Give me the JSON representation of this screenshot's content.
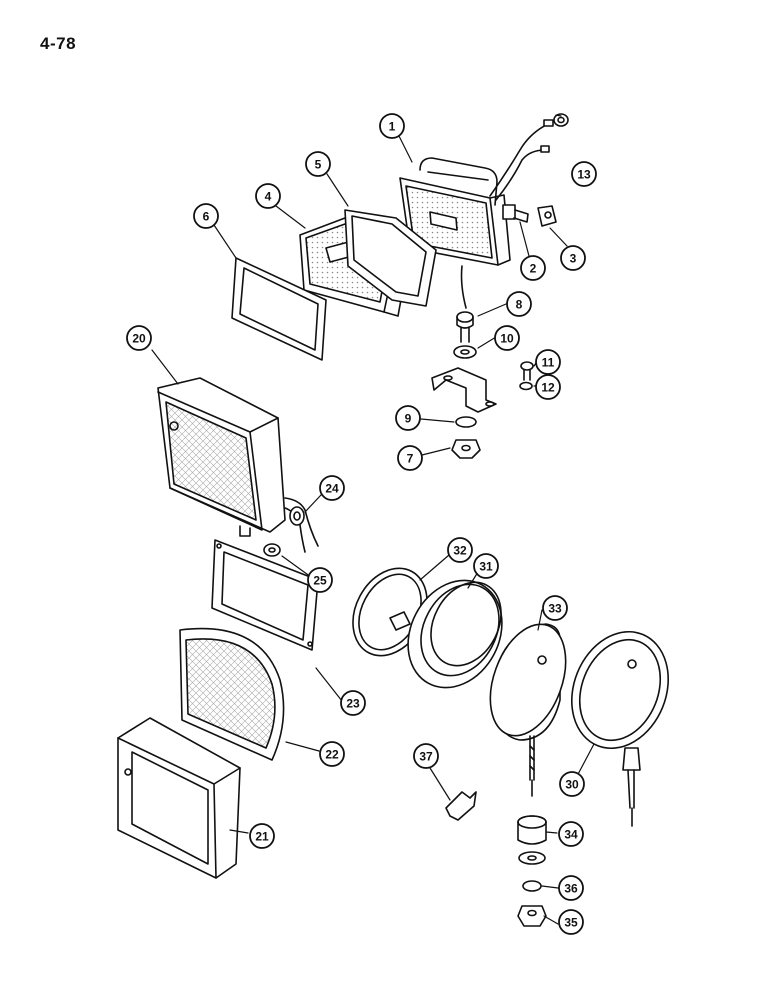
{
  "page": {
    "number": "4-78"
  },
  "colors": {
    "ink": "#111111",
    "paper": "#ffffff",
    "shade": "#d9d9d9",
    "dot": "#888888"
  },
  "callouts": [
    {
      "id": "1",
      "label": "1"
    },
    {
      "id": "2",
      "label": "2"
    },
    {
      "id": "3",
      "label": "3"
    },
    {
      "id": "4",
      "label": "4"
    },
    {
      "id": "5",
      "label": "5"
    },
    {
      "id": "6",
      "label": "6"
    },
    {
      "id": "7",
      "label": "7"
    },
    {
      "id": "8",
      "label": "8"
    },
    {
      "id": "9",
      "label": "9"
    },
    {
      "id": "10",
      "label": "10"
    },
    {
      "id": "11",
      "label": "11"
    },
    {
      "id": "12",
      "label": "12"
    },
    {
      "id": "13",
      "label": "13"
    },
    {
      "id": "20",
      "label": "20"
    },
    {
      "id": "21",
      "label": "21"
    },
    {
      "id": "22",
      "label": "22"
    },
    {
      "id": "23",
      "label": "23"
    },
    {
      "id": "24",
      "label": "24"
    },
    {
      "id": "25",
      "label": "25"
    },
    {
      "id": "30",
      "label": "30"
    },
    {
      "id": "31",
      "label": "31"
    },
    {
      "id": "32",
      "label": "32"
    },
    {
      "id": "33",
      "label": "33"
    },
    {
      "id": "34",
      "label": "34"
    },
    {
      "id": "35",
      "label": "35"
    },
    {
      "id": "36",
      "label": "36"
    },
    {
      "id": "37",
      "label": "37"
    }
  ]
}
